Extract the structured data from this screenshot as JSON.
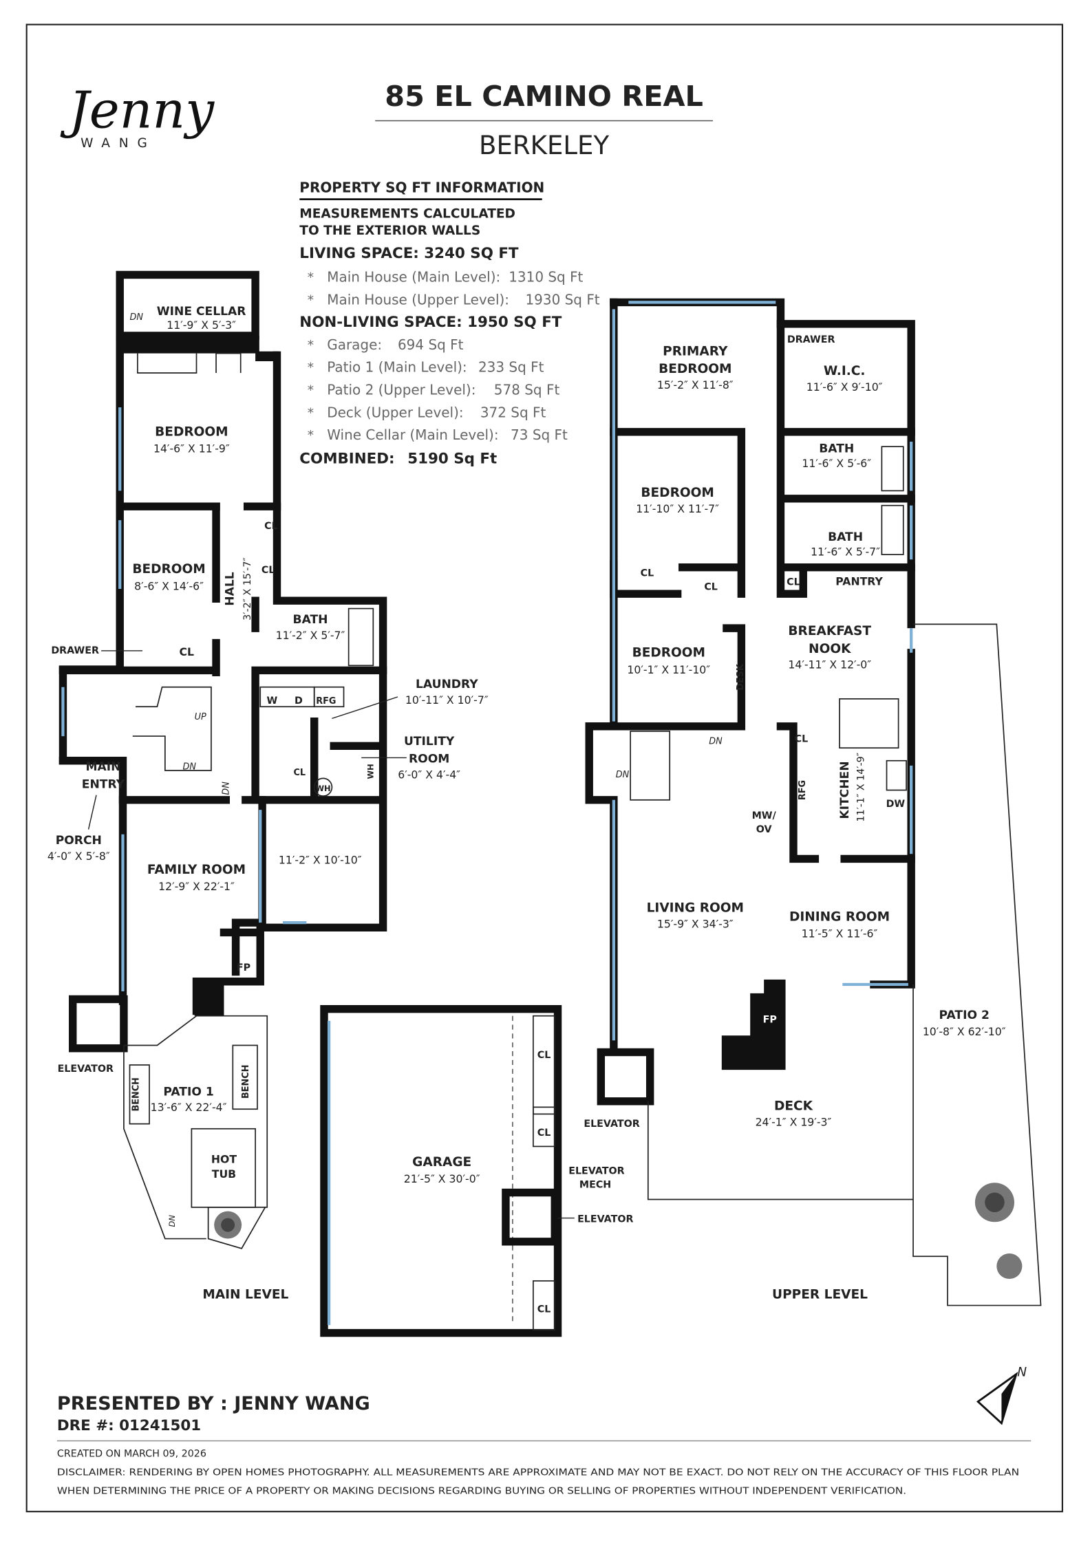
{
  "logo": {
    "script": "Jenny",
    "sub": "WANG"
  },
  "header": {
    "address": "85 EL CAMINO REAL",
    "city": "BERKELEY"
  },
  "sqft": {
    "title": "PROPERTY SQ FT INFORMATION",
    "note_1": "MEASUREMENTS CALCULATED",
    "note_2": "TO THE EXTERIOR WALLS",
    "living": "LIVING SPACE: 3240 SQ FT",
    "living_items": [
      {
        "label": "Main House (Main Level):",
        "value": "1310 Sq Ft"
      },
      {
        "label": "Main House (Upper Level):",
        "value": "1930 Sq Ft"
      }
    ],
    "nonliving": "NON-LIVING SPACE: 1950 SQ FT",
    "nonliving_items": [
      {
        "label": "Garage:",
        "value": "694 Sq Ft"
      },
      {
        "label": "Patio 1 (Main Level):",
        "value": "233 Sq Ft"
      },
      {
        "label": "Patio 2 (Upper Level):",
        "value": "578 Sq Ft"
      },
      {
        "label": "Deck (Upper Level):",
        "value": "372 Sq Ft"
      },
      {
        "label": "Wine Cellar (Main Level):",
        "value": "73 Sq Ft"
      }
    ],
    "bullet": "*",
    "combined_label": "COMBINED:",
    "combined_value": "5190  Sq Ft"
  },
  "main_level": {
    "title": "MAIN LEVEL",
    "wine_cellar": {
      "name": "WINE CELLAR",
      "dim": "11′-9″ X 5′-3″"
    },
    "bedroom1": {
      "name": "BEDROOM",
      "dim": "14′-6″ X 11′-9″"
    },
    "bedroom2": {
      "name": "BEDROOM",
      "dim": "8′-6″ X 14′-6″"
    },
    "hall": {
      "name": "HALL",
      "dim": "3′-2″ X 15′-7″"
    },
    "bath": {
      "name": "BATH",
      "dim": "11′-2″ X 5′-7″"
    },
    "laundry": {
      "name": "LAUNDRY",
      "dim": "10′-11″ X 10′-7″"
    },
    "utility": {
      "name_1": "UTILITY",
      "name_2": "ROOM",
      "dim": "6′-0″ X 4′-4″"
    },
    "main_entry": {
      "name_1": "MAIN",
      "name_2": "ENTRY"
    },
    "porch": {
      "name": "PORCH",
      "dim": "4′-0″ X 5′-8″"
    },
    "family_room": {
      "name": "FAMILY ROOM",
      "dim": "12′-9″ X 22′-1″"
    },
    "unnamed_room": {
      "dim": "11′-2″ X 10′-10″"
    },
    "patio1": {
      "name": "PATIO 1",
      "dim": "13′-6″ X 22′-4″"
    },
    "hot_tub": {
      "name_1": "HOT",
      "name_2": "TUB"
    },
    "labels": {
      "drawer": "DRAWER",
      "cl": "CL",
      "w": "W",
      "d": "D",
      "rfg": "RFG",
      "wh": "WH",
      "up": "UP",
      "dn": "DN",
      "fp": "FP",
      "elevator": "ELEVATOR",
      "bench": "BENCH"
    }
  },
  "garage": {
    "name": "GARAGE",
    "dim": "21′-5″ X 30′-0″",
    "cl": "CL",
    "elevator_mech_1": "ELEVATOR",
    "elevator_mech_2": "MECH",
    "elevator": "ELEVATOR"
  },
  "upper_level": {
    "title": "UPPER LEVEL",
    "primary": {
      "name_1": "PRIMARY",
      "name_2": "BEDROOM",
      "dim": "15′-2″ X 11′-8″"
    },
    "wic": {
      "name": "W.I.C.",
      "dim": "11′-6″ X 9′-10″"
    },
    "bath1": {
      "name": "BATH",
      "dim": "11′-6″ X 5′-6″"
    },
    "bath2": {
      "name": "BATH",
      "dim": "11′-6″ X 5′-7″"
    },
    "bedroom1": {
      "name": "BEDROOM",
      "dim": "11′-10″ X 11′-7″"
    },
    "bedroom2": {
      "name": "BEDROOM",
      "dim": "10′-1″ X 11′-10″"
    },
    "pantry": "PANTRY",
    "nook": {
      "name_1": "BREAKFAST",
      "name_2": "NOOK",
      "dim": "14′-11″ X 12′-0″"
    },
    "kitchen": {
      "name": "KITCHEN",
      "dim": "11′-1″ X 14′-9″"
    },
    "living": {
      "name": "LIVING ROOM",
      "dim": "15′-9″ X 34′-3″"
    },
    "dining": {
      "name": "DINING ROOM",
      "dim": "11′-5″ X 11′-6″"
    },
    "patio2": {
      "name": "PATIO 2",
      "dim": "10′-8″ X 62′-10″"
    },
    "deck": {
      "name": "DECK",
      "dim": "24′-1″ X 19′-3″"
    },
    "labels": {
      "drawer": "DRAWER",
      "cl": "CL",
      "desk": "DESK",
      "dn": "DN",
      "rfg": "RFG",
      "mwov_1": "MW/",
      "mwov_2": "OV",
      "dw": "DW",
      "fp": "FP",
      "elevator": "ELEVATOR"
    }
  },
  "compass": {
    "label": "N",
    "icon": "north-arrow-icon"
  },
  "footer": {
    "presented_by": "PRESENTED BY : JENNY WANG",
    "dre": "DRE #: 01241501",
    "created": "CREATED ON MARCH 09, 2026",
    "disclaimer_1": "DISCLAIMER: RENDERING BY OPEN HOMES PHOTOGRAPHY. ALL MEASUREMENTS ARE APPROXIMATE AND MAY NOT BE EXACT. DO NOT RELY ON THE ACCURACY OF THIS FLOOR PLAN",
    "disclaimer_2": "WHEN DETERMINING THE PRICE OF A PROPERTY OR MAKING DECISIONS REGARDING BUYING OR SELLING OF PROPERTIES WITHOUT INDEPENDENT VERIFICATION."
  }
}
